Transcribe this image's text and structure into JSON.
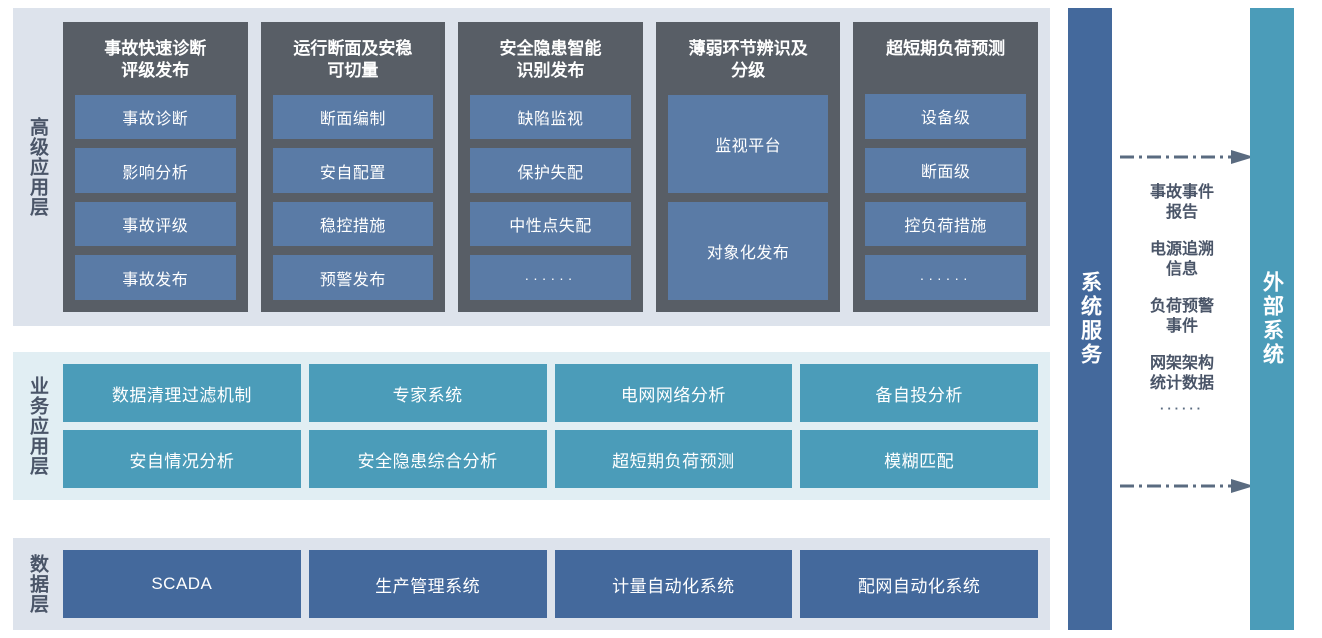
{
  "layers": [
    {
      "id": "advanced",
      "label": "高级应用层",
      "container_color": "#dde3ec",
      "columns": [
        {
          "title": "事故快速诊断\n评级发布",
          "items": [
            "事故诊断",
            "影响分析",
            "事故评级",
            "事故发布"
          ]
        },
        {
          "title": "运行断面及安稳\n可切量",
          "items": [
            "断面编制",
            "安自配置",
            "稳控措施",
            "预警发布"
          ]
        },
        {
          "title": "安全隐患智能\n识别发布",
          "items": [
            "缺陷监视",
            "保护失配",
            "中性点失配",
            "······"
          ]
        },
        {
          "title": "薄弱环节辨识及\n分级",
          "items": [
            "监视平台",
            "对象化发布"
          ]
        },
        {
          "title": "超短期负荷预测",
          "items": [
            "设备级",
            "断面级",
            "控负荷措施",
            "······"
          ]
        }
      ]
    },
    {
      "id": "business",
      "label": "业务应用层",
      "container_color": "#e1eef3",
      "rows": [
        [
          "数据清理过滤机制",
          "专家系统",
          "电网网络分析",
          "备自投分析"
        ],
        [
          "安自情况分析",
          "安全隐患综合分析",
          "超短期负荷预测",
          "模糊匹配"
        ]
      ]
    },
    {
      "id": "data",
      "label": "数据层",
      "container_color": "#dde3ec",
      "items": [
        "SCADA",
        "生产管理系统",
        "计量自动化系统",
        "配网自动化系统"
      ]
    }
  ],
  "right": {
    "system_service": {
      "label": "系统服务",
      "color": "#44699c"
    },
    "external_system": {
      "label": "外部系统",
      "color": "#4b9cb9"
    },
    "flows": [
      "事故事件\n报告",
      "电源追溯\n信息",
      "负荷预警\n事件",
      "网架架构\n统计数据"
    ],
    "flow_more": "······",
    "arrow_color": "#5a6b80"
  },
  "palette": {
    "panel_dark": "#585e66",
    "app_item_blue": "#5a7ba6",
    "biz_item_teal": "#4b9cb9",
    "data_item_blue": "#44699c",
    "label_text": "#4a5568",
    "page_background": "#ffffff"
  }
}
